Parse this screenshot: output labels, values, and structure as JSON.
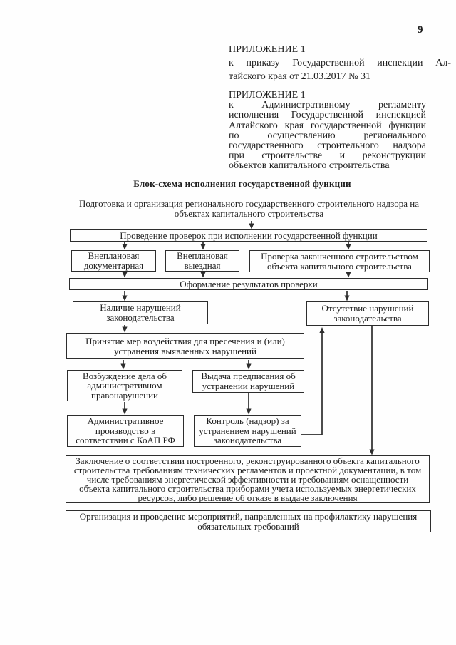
{
  "page": {
    "number": "9"
  },
  "annex1": {
    "title": "ПРИЛОЖЕНИЕ 1",
    "lines": [
      "к приказу Государственной инспекции Ал-",
      "тайского края от 21.03.2017 № 31"
    ]
  },
  "annex2": {
    "title": "ПРИЛОЖЕНИЕ 1",
    "lines": [
      "к Административному регламенту",
      "исполнения Государственной инспекцией",
      "Алтайского края государственной функции",
      "по осуществлению регионального",
      "государственного строительного надзора",
      "при строительстве и реконструкции",
      "объектов капитального строительства"
    ]
  },
  "flowchart": {
    "title": "Блок-схема исполнения государственной функции",
    "nodes": {
      "preparation": "Подготовка и организация регионального государственного строительного надзора на объектах капитального строительства",
      "inspections": "Проведение проверок при исполнении государственной функции",
      "unscheduled_documentary": "Внеплановая документарная",
      "unscheduled_field": "Внеплановая выездная",
      "completed_construction": "Проверка законченного строительством объекта капитального строительства",
      "results": "Оформление результатов проверки",
      "violations_found": "Наличие нарушений законодательства",
      "no_violations": "Отсутствие нарушений законодательства",
      "measures": "Принятие мер воздействия для пресечения и (или) устранения выявленных нарушений",
      "case_initiation": "Возбуждение дела об административном правонарушении",
      "order_issue": "Выдача предписания об устранении нарушений",
      "admin_proceedings": "Административное производство в соответствии с КоАП РФ",
      "control": "Контроль (надзор) за устранением нарушений законодательства",
      "conclusion": "Заключение о соответствии построенного, реконструированного объекта капитального строительства требованиям технических регламентов и проектной документации, в том числе требованиям энергетической эффективности и требованиям оснащенности объекта капитального строительства приборами учета используемых энергетических ресурсов, либо решение об отказе в выдаче заключения",
      "prevention": "Организация и проведение мероприятий, направленных на профилактику нарушения обязательных требований"
    }
  },
  "colors": {
    "ink": "#1e1e1e",
    "paper": "#fefefe",
    "border": "#2d2d2d"
  }
}
